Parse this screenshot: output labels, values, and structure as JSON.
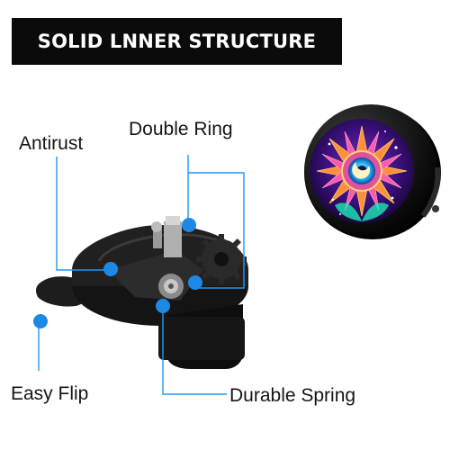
{
  "banner": {
    "title": "SOLID LNNER STRUCTURE"
  },
  "labels": {
    "antirust": "Antirust",
    "double_ring": "Double Ring",
    "easy_flip": "Easy Flip",
    "durable_spring": "Durable Spring"
  },
  "colors": {
    "banner_bg": "#0b0b0b",
    "banner_text": "#ffffff",
    "callout_line": "#2196f3",
    "callout_dot": "#1e88e5",
    "bell_body": "#111111"
  },
  "icons": [
    "bell-mechanism-illustration",
    "sun-moon-bell-cap-illustration"
  ]
}
